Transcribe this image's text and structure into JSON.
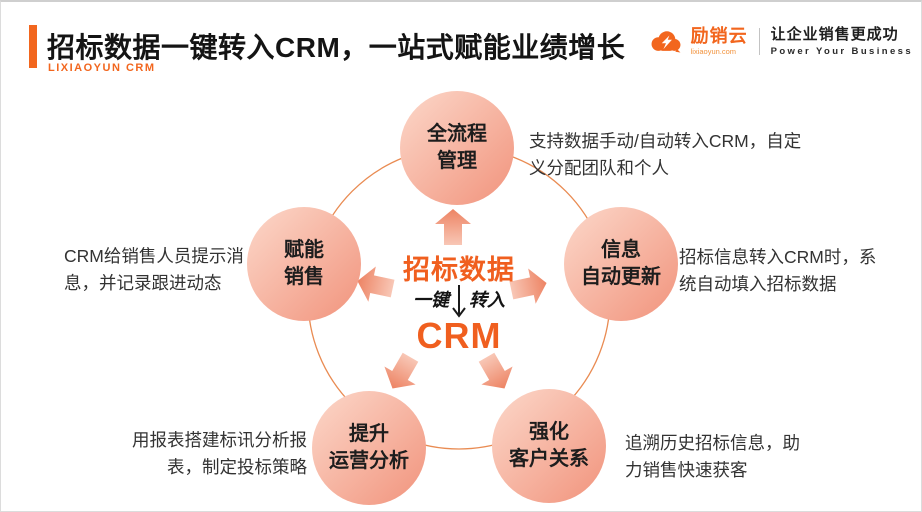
{
  "colors": {
    "accent": "#f2661e",
    "center_text": "#f05f1f",
    "circle_gradient_light": "#fcd8ca",
    "circle_gradient_dark": "#f1937c",
    "arrow_gradient_light": "#f8c7b6",
    "arrow_gradient_dark": "#ed8363",
    "ring": "#e98b52"
  },
  "header": {
    "title": "招标数据一键转入CRM，一站式赋能业绩增长",
    "subtitle": "LIXIAOYUN CRM"
  },
  "logo": {
    "brand": "励销云",
    "domain": "lixiaoyun.com",
    "tagline_cn": "让企业销售更成功",
    "tagline_en": "Power Your Business"
  },
  "center": {
    "source": "招标数据",
    "action_left": "一键",
    "action_right": "转入",
    "target": "CRM"
  },
  "nodes": [
    {
      "id": "full-process-management",
      "line1": "全流程",
      "line2": "管理"
    },
    {
      "id": "info-auto-update",
      "line1": "信息",
      "line2": "自动更新"
    },
    {
      "id": "empower-sales",
      "line1": "赋能",
      "line2": "销售"
    },
    {
      "id": "improve-operation-analysis",
      "line1": "提升",
      "line2": "运营分析"
    },
    {
      "id": "strengthen-customer-relations",
      "line1": "强化",
      "line2": "客户关系"
    }
  ],
  "notes": [
    {
      "line1": "支持数据手动/自动转入CRM，自定",
      "line2": "义分配团队和个人"
    },
    {
      "line1": "CRM给销售人员提示消",
      "line2": "息，并记录跟进动态"
    },
    {
      "line1": "招标信息转入CRM时，系",
      "line2": "统自动填入招标数据"
    },
    {
      "line1": "用报表搭建标讯分析报",
      "line2": "表，制定投标策略"
    },
    {
      "line1": "追溯历史招标信息，助",
      "line2": "力销售快速获客"
    }
  ]
}
